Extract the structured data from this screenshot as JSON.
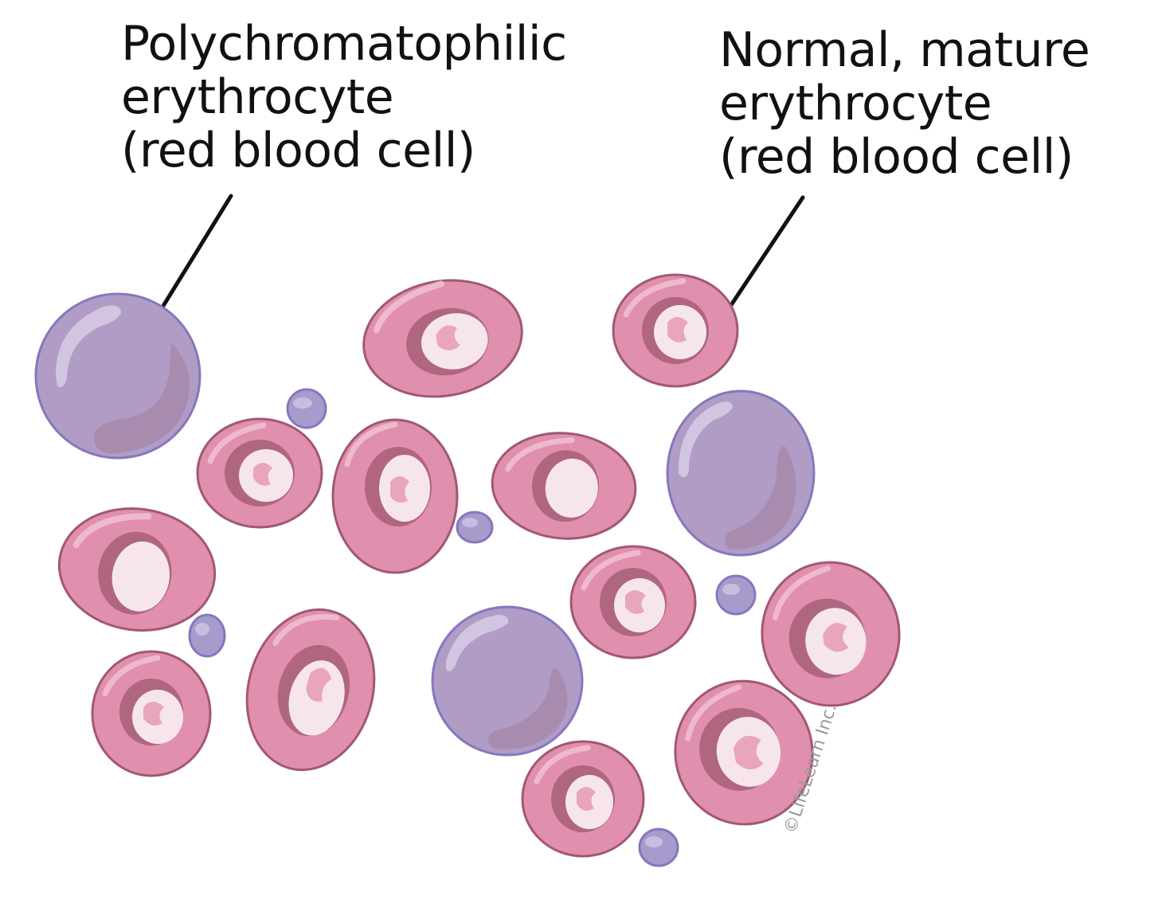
{
  "labels": {
    "polychromatophilic": {
      "line1": "Polychromatophilic",
      "line2": "erythrocyte",
      "line3": "(red blood cell)"
    },
    "mature": {
      "line1": "Normal, mature",
      "line2": "erythrocyte",
      "line3": "(red blood cell)"
    }
  },
  "copyright": "©LifeLearn Inc.",
  "colors": {
    "pink_cell_fill": "#e08fae",
    "pink_cell_outline": "#a15872",
    "purple_cell_fill": "#b09cc5",
    "purple_cell_outline": "#8677bf",
    "pallor_fill": "#f6e6ec",
    "leader_line": "#111111"
  }
}
